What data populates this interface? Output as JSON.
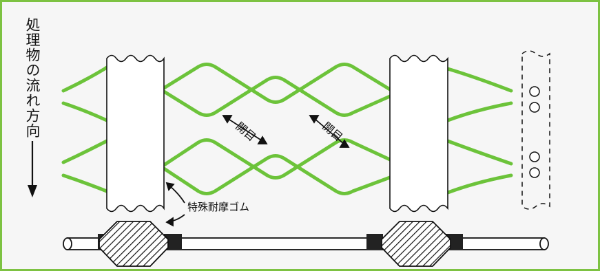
{
  "flow_direction_label": "処理物の流れ方向",
  "opening_label": "開目",
  "rubber_label": "特殊耐摩ゴム",
  "colors": {
    "frame_border": "#7dc242",
    "mesh_wire": "#6cc33a",
    "outline": "#111111"
  }
}
